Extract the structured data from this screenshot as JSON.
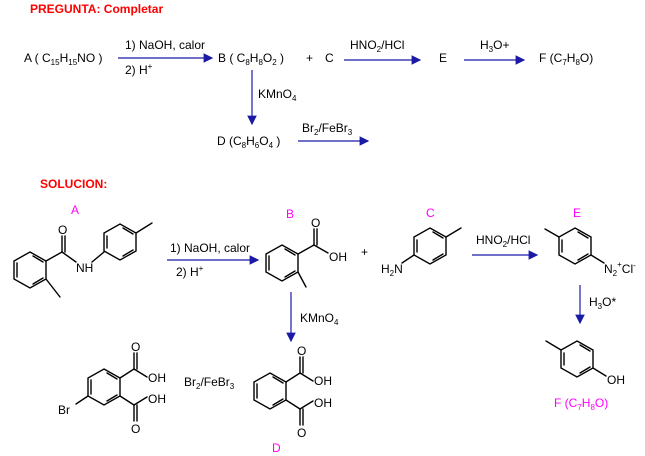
{
  "colors": {
    "header": "#ff0000",
    "label": "#ff00ff",
    "arrow": "#1a1aa6",
    "text": "#000000"
  },
  "pregunta": {
    "header": "PREGUNTA: Completar",
    "A": "A ( C15H15NO )",
    "step1_top": "1) NaOH, calor",
    "step1_bottom": "2) H+",
    "B": "B  ( C8H8O2 )",
    "plus": "+",
    "C": "C",
    "reagent_E": "HNO2/HCl",
    "E": "E",
    "reagent_F": "H3O+",
    "F": "F (C7H8O)",
    "kmno4": "KMnO4",
    "D": "D  (C8H6O4 )",
    "br": "Br2/FeBr3"
  },
  "solucion": {
    "header": "SOLUCION:",
    "label_A": "A",
    "label_B": "B",
    "label_C": "C",
    "label_D": "D",
    "label_E": "E",
    "label_F": "F (C7H8O)",
    "nh": "NH",
    "o": "O",
    "oh": "OH",
    "h2n": "H2N",
    "n2cl": "N2+Cl-",
    "br_atom": "Br",
    "step1_top": "1) NaOH, calor",
    "step1_bottom": "2) H+",
    "plus": "+",
    "reagent_E": "HNO2/HCl",
    "kmno4": "KMnO4",
    "h3o": "H3O*",
    "br": "Br2/FeBr3"
  }
}
